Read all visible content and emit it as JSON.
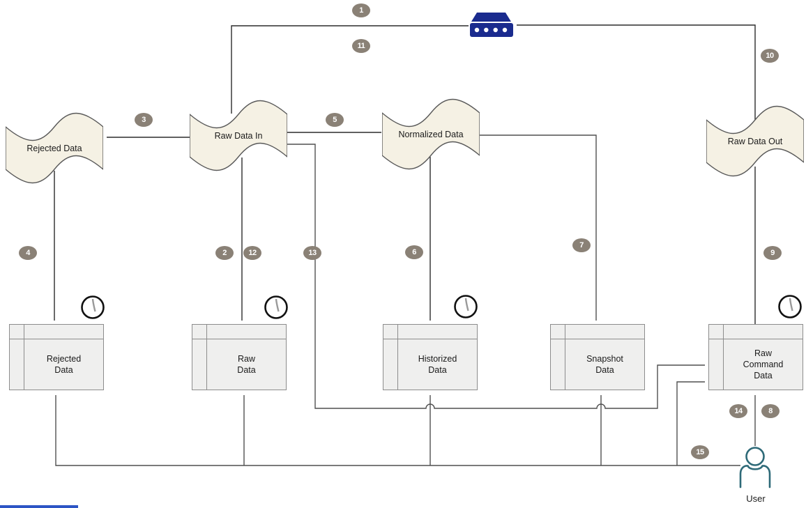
{
  "nodes": {
    "rejected_doc": "Rejected Data",
    "raw_in_doc": "Raw Data In",
    "normalized_doc": "Normalized Data",
    "raw_out_doc": "Raw Data Out",
    "rejected_table": "Rejected\nData",
    "raw_table": "Raw\nData",
    "historized_table": "Historized\nData",
    "snapshot_table": "Snapshot\nData",
    "raw_command_table": "Raw\nCommand\nData",
    "user_label": "User"
  },
  "badges": {
    "b1": "1",
    "b2": "2",
    "b3": "3",
    "b4": "4",
    "b5": "5",
    "b6": "6",
    "b7": "7",
    "b8": "8",
    "b9": "9",
    "b10": "10",
    "b11": "11",
    "b12": "12",
    "b13": "13",
    "b14": "14",
    "b15": "15"
  },
  "icons": {
    "router_icon": "network-switch",
    "clock_icon": "clock",
    "user_icon": "person"
  },
  "colors": {
    "badge": "#8a8176",
    "document_fill": "#f5f1e4",
    "table_fill": "#efefee",
    "router_blue": "#1a2b8e",
    "user_teal": "#2e6a78",
    "connector_dark": "#2b2b2b",
    "connector_gray": "#4f4f4f",
    "bottom_bar_blue": "#2c55c5"
  }
}
